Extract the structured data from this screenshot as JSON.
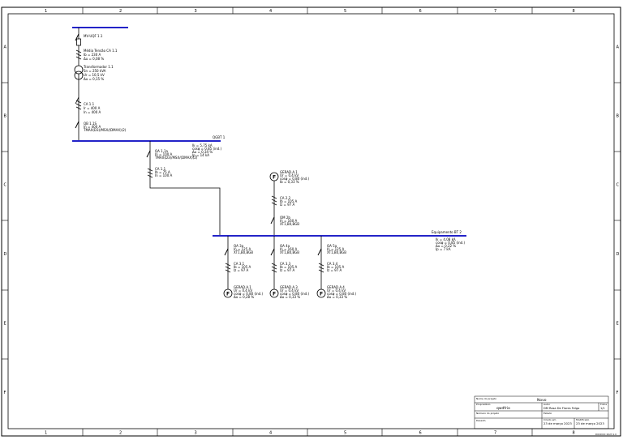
{
  "frame": {
    "cols": [
      "1",
      "2",
      "3",
      "4",
      "5",
      "6",
      "7",
      "8"
    ],
    "rows": [
      "A",
      "B",
      "C",
      "D",
      "E",
      "F"
    ]
  },
  "busbars": {
    "qgbt": "QGBT 1",
    "eq": "Equipamento BT 2"
  },
  "supply": {
    "mv": "MV-UQF 1.1",
    "cable_title": "Média Tensão CA 1.1",
    "cable_lines": [
      "Ib = 230 A",
      "Δu = 0,08 %"
    ],
    "trafo_title": "Transformador 1.1",
    "trafo_lines": [
      "Sn = 250 kVA",
      "Ur = 10,5 kV",
      "Δu = 0,15 %"
    ],
    "cb_title": "CA 1.1",
    "cb_lines": [
      "Ir = 400 A",
      "In = 400 A"
    ],
    "sw_title": "QB 1.1S",
    "sw_lines": [
      "In = 400 A",
      "TMAX(D3)/MSX/(DMAX)(2)"
    ]
  },
  "qgbt_results": [
    "Ik = 5,75 kA",
    "cosφ = 0,85 (ind.)",
    "Δu = 0,34 %",
    "Ip = 14 kA"
  ],
  "feeder": {
    "cb_title": "QA 1.1a",
    "cb_lines": [
      "In = 100 A",
      "TMAX(D3)/MSX/(DMAX)(2)"
    ],
    "cable_title": "CA 1.1",
    "cable_lines": [
      "Ib = 75 A",
      "In = 100 A"
    ]
  },
  "gen_top": {
    "name": "GERAD.A.1",
    "lines": [
      "Ur = 0,4 kV",
      "cosφ = 0,80 (ind.)",
      "Ib = 0,33 %"
    ],
    "cable_title": "CA 2.2",
    "cable_lines": [
      "Ib = 105 A",
      "Iz = 97 A"
    ],
    "cb_title": "QM 2b",
    "cb_lines": [
      "In = 160 A",
      "XT1,B0,BGB"
    ]
  },
  "eq_results": [
    "Ik = 4,08 kA",
    "cosφ = 0,85 (ind.)",
    "Δu = 0,22 %",
    "Ip = 7 kA"
  ],
  "outgoing": [
    {
      "cb_title": "QA 3a",
      "cb_lines": [
        "In = 125 A",
        "XT1,B0,BGB"
      ],
      "cable_title": "CA 3.1",
      "cable_lines": [
        "Ib = 105 A",
        "Iz = 97 A"
      ],
      "gen_name": "GERAD.A.1",
      "gen_lines": [
        "Ur = 0,4 kV",
        "cosφ = 0,80 (ind.)",
        "Δu = 0,28 %"
      ]
    },
    {
      "cb_title": "QA 4a",
      "cb_lines": [
        "In = 160 A",
        "XT1,B0,BGB"
      ],
      "cable_title": "CA 3.3",
      "cable_lines": [
        "Ib = 105 A",
        "Iz = 97 A"
      ],
      "gen_name": "GERAD.A.3",
      "gen_lines": [
        "Ur = 0,4 kV",
        "cosφ = 0,80 (ind.)",
        "Δu = 0,33 %"
      ]
    },
    {
      "cb_title": "QA 5a",
      "cb_lines": [
        "In = 125 A",
        "XT1,B0,BGB"
      ],
      "cable_title": "CA 3.4",
      "cable_lines": [
        "Ib = 105 A",
        "Iz = 97 A"
      ],
      "gen_name": "GERAD.A.4",
      "gen_lines": [
        "Ur = 0,4 kV",
        "cosφ = 0,80 (ind.)",
        "Δu = 0,33 %"
      ]
    }
  ],
  "title_block": {
    "label_project": "Nome do projeto",
    "project": "Novo",
    "label_client": "Proprietário",
    "client": "qwdfrio",
    "label_author": "Autor",
    "author": "DM Rosa De Flores Felgo",
    "label_project_no": "Número do projeto",
    "label_status": "Estado",
    "label_sheet": "Folha",
    "sheet": "1/1",
    "label_drawn": "Desenh.",
    "label_created": "Criado em",
    "created": "23 de março 2023",
    "label_modified": "Modificado",
    "modified": "23 de março 2023"
  },
  "footer": "DOCDOC 2023 1.0"
}
